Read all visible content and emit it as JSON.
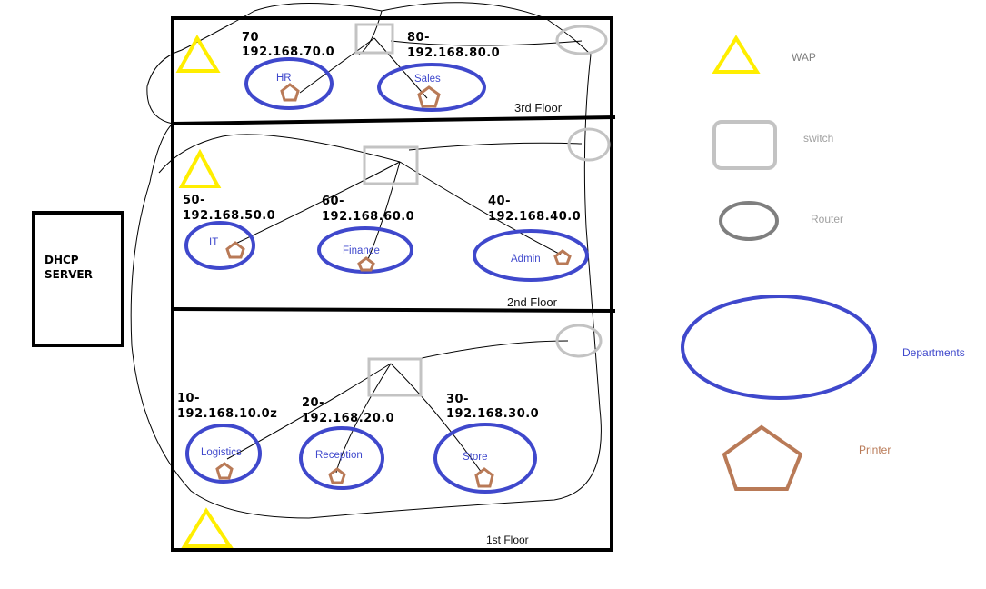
{
  "server": {
    "line1": "DHCP",
    "line2": "SERVER"
  },
  "floors": {
    "third": {
      "label": "3rd Floor",
      "departments": [
        {
          "name": "HR",
          "vlan_id": "70",
          "subnet": "192.168.70.0"
        },
        {
          "name": "Sales",
          "vlan_id": "80-",
          "subnet": "192.168.80.0"
        }
      ]
    },
    "second": {
      "label": "2nd Floor",
      "departments": [
        {
          "name": "IT",
          "vlan_id": "50-",
          "subnet": "192.168.50.0"
        },
        {
          "name": "Finance",
          "vlan_id": "60-",
          "subnet": "192.168.60.0"
        },
        {
          "name": "Admin",
          "vlan_id": "40-",
          "subnet": "192.168.40.0"
        }
      ]
    },
    "first": {
      "label": "1st Floor",
      "departments": [
        {
          "name": "Logistics",
          "vlan_id": "10-",
          "subnet": "192.168.10.0z"
        },
        {
          "name": "Reception",
          "vlan_id": "20-",
          "subnet": "192.168.20.0"
        },
        {
          "name": "Store",
          "vlan_id": "30-",
          "subnet": "192.168.30.0"
        }
      ]
    }
  },
  "legend": {
    "wap": "WAP",
    "switch": "switch",
    "router": "Router",
    "departments": "Departments",
    "printer": "Printer"
  },
  "colors": {
    "wap": "#ffee00",
    "switch": "#c3c3c3",
    "router": "#c3c3c3",
    "department": "#3f48cc",
    "printer": "#b97a57",
    "legend_router": "#7f7f7f",
    "legend_switch_text": "#a0a0a0"
  }
}
